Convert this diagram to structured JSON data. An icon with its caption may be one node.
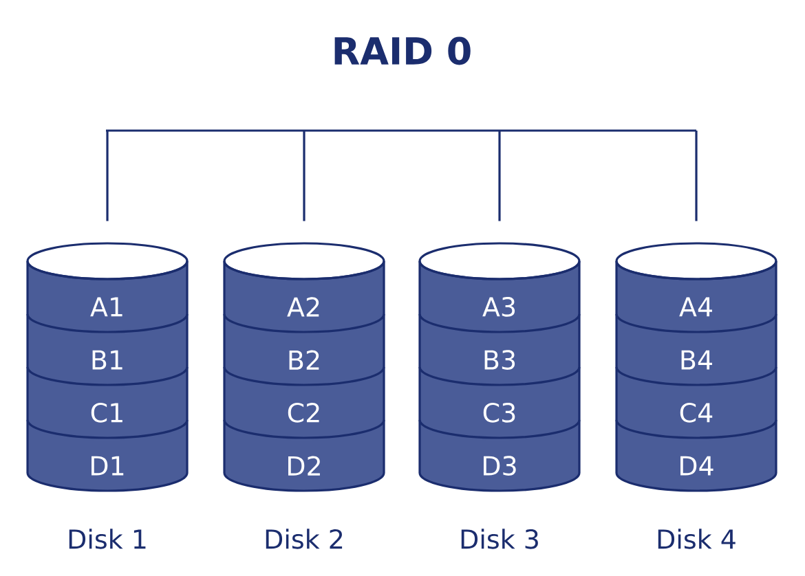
{
  "diagram": {
    "title": "RAID 0",
    "nodes": [
      {
        "text": [
          "A1",
          "B1",
          "C1",
          "D1"
        ],
        "beside": [
          "Disk 1"
        ]
      },
      {
        "text": [
          "A2",
          "B2",
          "C2",
          "D2"
        ],
        "beside": [
          "Disk 2"
        ]
      },
      {
        "text": [
          "A3",
          "B3",
          "C3",
          "D3"
        ],
        "beside": [
          "Disk 3"
        ]
      },
      {
        "text": [
          "A4",
          "B4",
          "C4",
          "D4"
        ],
        "beside": [
          "Disk 4"
        ]
      }
    ],
    "edges": [
      {
        "from": null,
        "to": 0,
        "arrow": "none"
      },
      {
        "from": null,
        "to": 1,
        "arrow": "none"
      },
      {
        "from": null,
        "to": 2,
        "arrow": "none"
      },
      {
        "from": null,
        "to": 3,
        "arrow": "none"
      }
    ]
  }
}
